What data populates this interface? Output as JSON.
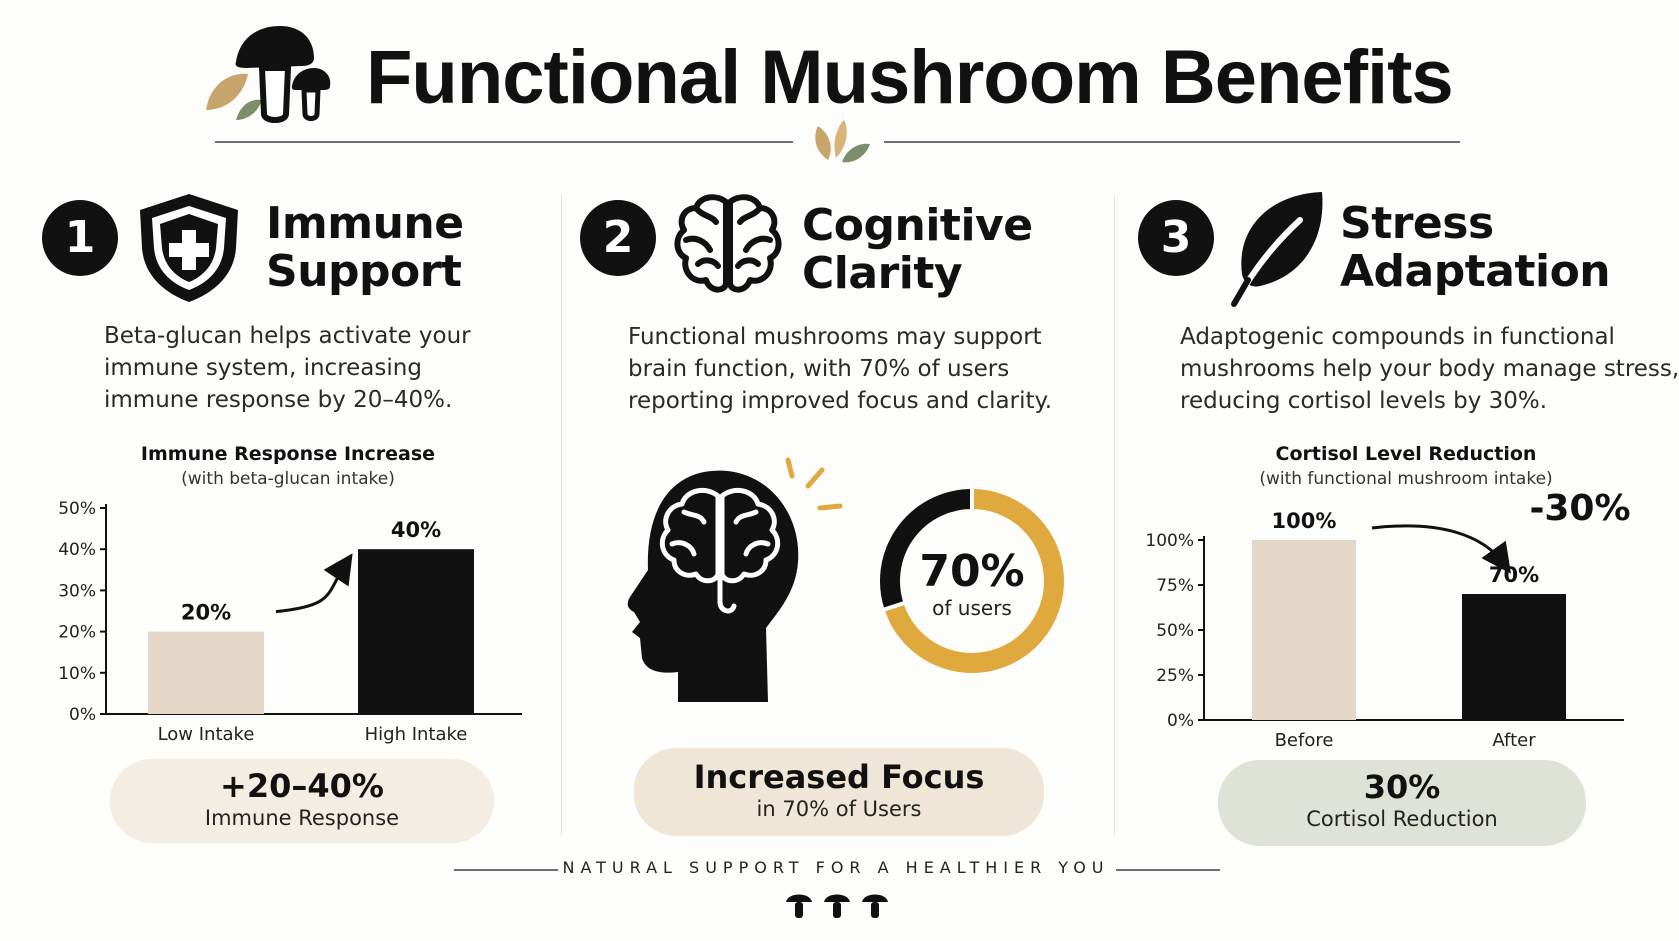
{
  "header": {
    "title": "Functional Mushroom Benefits"
  },
  "sections": [
    {
      "number": "1",
      "title_line1": "Immune",
      "title_line2": "Support",
      "icon": "shield-plus-icon",
      "desc_line1": "Beta-glucan helps activate your",
      "desc_line2": "immune system, increasing",
      "desc_line3": "immune response by 20–40%.",
      "stat": "+20–40%",
      "stat_label": "Immune Response",
      "pill_color": "#f3ede3"
    },
    {
      "number": "2",
      "title_line1": "Cognitive",
      "title_line2": "Clarity",
      "icon": "brain-icon",
      "desc_line1": "Functional mushrooms may support",
      "desc_line2": "brain function, with 70% of users",
      "desc_line3": "reporting improved focus and clarity.",
      "stat": "Increased Focus",
      "stat_label": "in 70% of Users",
      "pill_color": "#efe6d8"
    },
    {
      "number": "3",
      "title_line1": "Stress",
      "title_line2": "Adaptation",
      "icon": "leaf-icon",
      "desc_line1": "Adaptogenic compounds in functional",
      "desc_line2": "mushrooms help your body manage stress,",
      "desc_line3": "reducing cortisol levels by 30%.",
      "stat": "30%",
      "stat_label": "Cortisol Reduction",
      "pill_color": "#dfe2d6"
    }
  ],
  "chart_data": [
    {
      "type": "bar",
      "title": "Immune Response Increase",
      "subtitle": "(with beta-glucan intake)",
      "categories": [
        "Low Intake",
        "High Intake"
      ],
      "values": [
        20,
        40
      ],
      "value_labels": [
        "20%",
        "40%"
      ],
      "yticks": [
        "0%",
        "10%",
        "20%",
        "30%",
        "40%",
        "50%"
      ],
      "ylim": [
        0,
        50
      ],
      "colors": [
        "#e6d8c8",
        "#111111"
      ],
      "grid": false
    },
    {
      "type": "pie",
      "variant": "donut",
      "values": [
        70,
        30
      ],
      "center_value": "70%",
      "center_label": "of users",
      "colors": [
        "#e0a93e",
        "#111111"
      ]
    },
    {
      "type": "bar",
      "title": "Cortisol Level Reduction",
      "subtitle": "(with functional mushroom intake)",
      "categories": [
        "Before",
        "After"
      ],
      "values": [
        100,
        70
      ],
      "value_labels": [
        "100%",
        "70%"
      ],
      "yticks": [
        "0%",
        "25%",
        "50%",
        "75%",
        "100%"
      ],
      "ylim": [
        0,
        100
      ],
      "annotation": "-30%",
      "colors": [
        "#e6d8c8",
        "#111111"
      ],
      "grid": false
    }
  ],
  "footer": {
    "tagline": "NATURAL SUPPORT FOR A HEALTHIER YOU"
  },
  "colors": {
    "accent_gold": "#e0a93e",
    "beige": "#e6d8c8",
    "leaf_tan": "#c9a56e",
    "leaf_green": "#7d8f6a",
    "dark": "#111111"
  }
}
